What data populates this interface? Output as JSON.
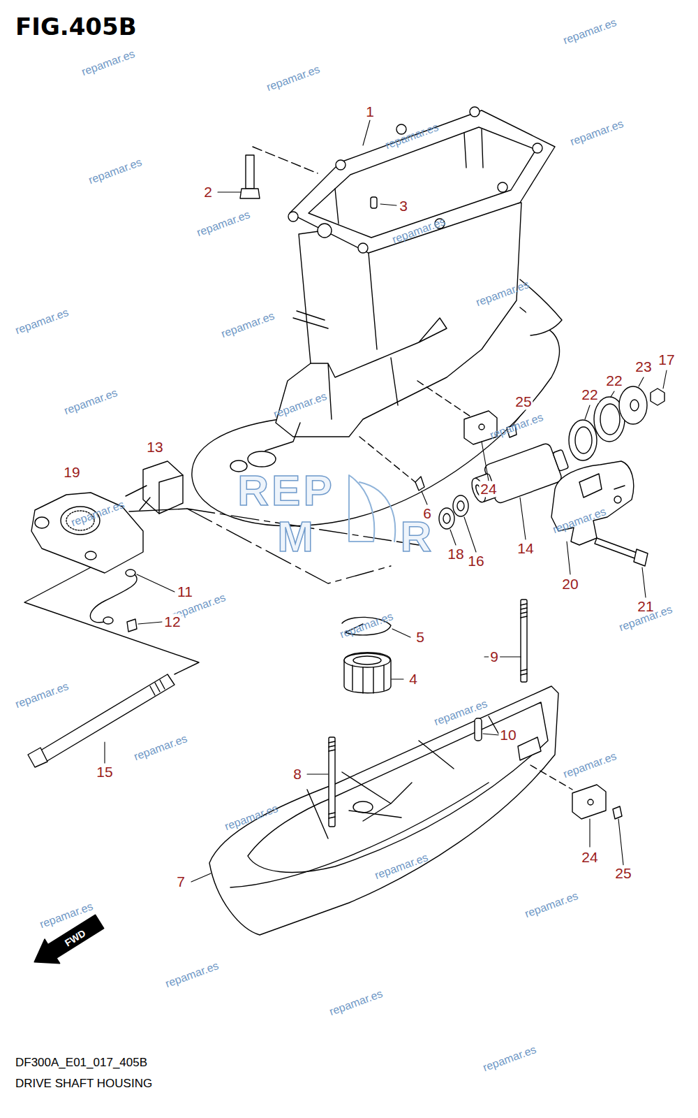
{
  "diagram": {
    "title": "FIG.405B",
    "caption": "DRIVE SHAFT HOUSING",
    "labels": [
      "repamar.es",
      "repamar.es",
      "repamar.es",
      "1",
      "repamar.es",
      "repamar.es",
      "repamar.es",
      "2",
      "3",
      "repamar.es",
      "repamar.es",
      "repamar.es",
      "repamar.es",
      "repamar.es",
      "23",
      "17",
      "22",
      "22",
      "25",
      "repamar.es",
      "repamar.es",
      "repamar.es",
      "13",
      "19",
      "REP",
      "24",
      "6",
      "repamar.es",
      "repamar.es",
      "M",
      "R",
      "14",
      "18",
      "16",
      "20",
      "11",
      "repamar.es",
      "21",
      "repamar.es",
      "12",
      "repamar.es",
      "5",
      "9",
      "4",
      "repamar.es",
      "repamar.es",
      "10",
      "repamar.es",
      "repamar.es",
      "15",
      "8",
      "repamar.es",
      "24",
      "repamar.es",
      "25",
      "7",
      "repamar.es",
      "repamar.es",
      "FWD",
      "repamar.es",
      "repamar.es",
      "repamar.es",
      "DF300A_E01_017_405B"
    ]
  }
}
